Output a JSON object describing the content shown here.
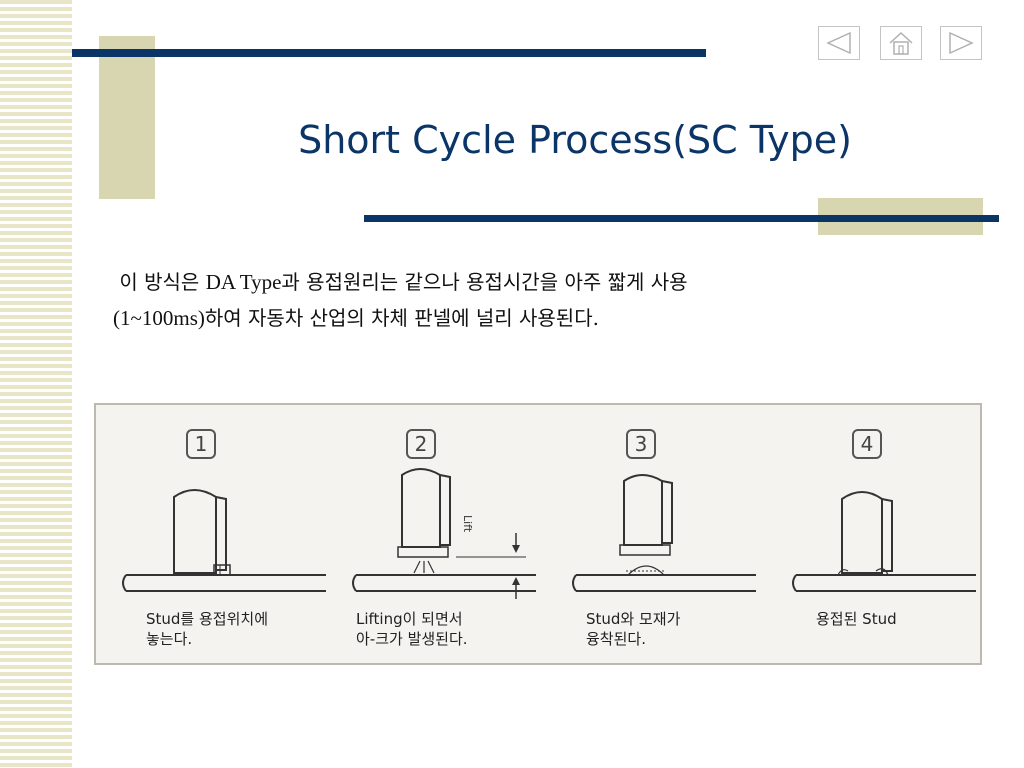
{
  "title": "Short Cycle Process(SC Type)",
  "body": {
    "line1_a": "이 방식은 ",
    "line1_b": "DA Type",
    "line1_c": "과 용접원리는 같으나 용접시간을 아주 짧게 사용",
    "line2_a": "(1~100ms)",
    "line2_b": "하여 자동차 산업의 차체 판넬에 널리 사용된다."
  },
  "nav": {
    "prev_icon": "triangle-left-icon",
    "home_icon": "home-icon",
    "next_icon": "triangle-right-icon"
  },
  "figure": {
    "steps": [
      {
        "number": "1",
        "caption_line1": "Stud를 용접위치에",
        "caption_line2": "놓는다."
      },
      {
        "number": "2",
        "caption_line1": "Lifting이 되면서",
        "caption_line2": "아-크가 발생된다.",
        "lift_label": "Lift"
      },
      {
        "number": "3",
        "caption_line1": "Stud와 모재가",
        "caption_line2": "융착된다."
      },
      {
        "number": "4",
        "caption_line1": "용접된 Stud",
        "caption_line2": ""
      }
    ]
  },
  "colors": {
    "title": "#0b3566",
    "rule": "#0b3566",
    "accent": "#d8d6b0"
  }
}
